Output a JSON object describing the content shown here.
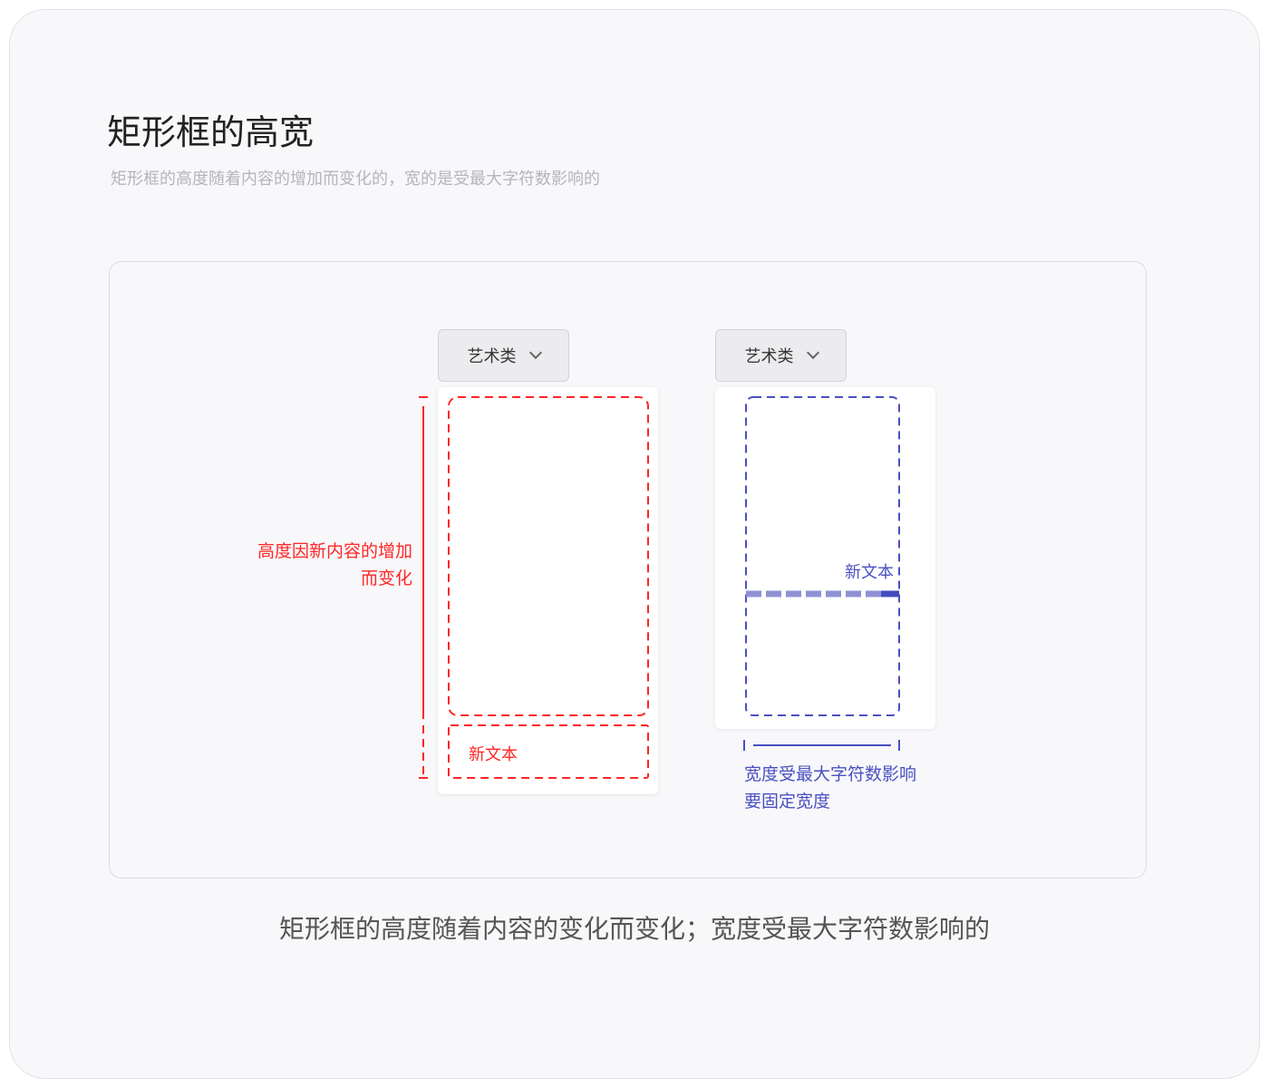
{
  "title": "矩形框的高宽",
  "subtitle": "矩形框的高度随着内容的增加而变化的，宽的是受最大字符数影响的",
  "left_example": {
    "dropdown_label": "艺术类",
    "new_text": "新文本",
    "annotation_line1": "高度因新内容的增加",
    "annotation_line2": "而变化"
  },
  "right_example": {
    "dropdown_label": "艺术类",
    "new_text": "新文本",
    "annotation_line1": "宽度受最大字符数影响",
    "annotation_line2": "要固定宽度"
  },
  "caption": "矩形框的高度随着内容的变化而变化；宽度受最大字符数影响的",
  "colors": {
    "red": "#ff2626",
    "blue": "#4a50c2"
  }
}
